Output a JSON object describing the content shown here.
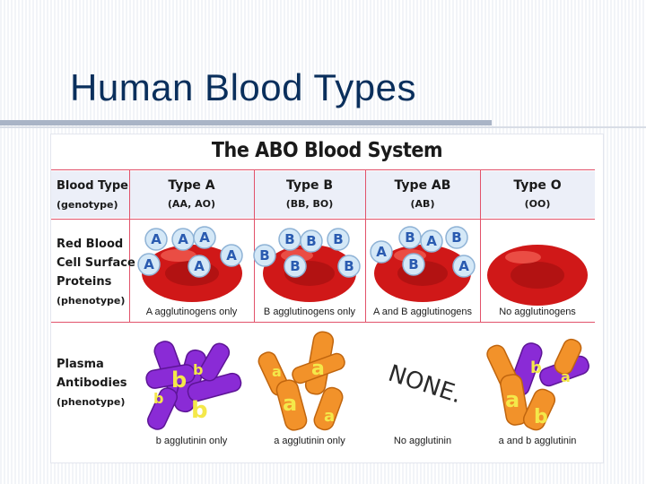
{
  "slide": {
    "title": "Human Blood Types"
  },
  "figure": {
    "heading": "The ABO Blood System",
    "row_labels": {
      "blood_type": "Blood Type",
      "genotype": "(genotype)",
      "rbc_line1": "Red Blood",
      "rbc_line2": "Cell Surface",
      "rbc_line3": "Proteins",
      "rbc_sub": "(phenotype)",
      "plasma_line1": "Plasma",
      "plasma_line2": "Antibodies",
      "plasma_sub": "(phenotype)"
    },
    "types": [
      {
        "name": "Type A",
        "genotype": "(AA, AO)",
        "antigen_caption": "A agglutinogens only",
        "antibody_caption": "b agglutinin only",
        "antigens": [
          "A",
          "A",
          "A",
          "A",
          "A",
          "A"
        ],
        "antibodies": [
          "b",
          "b",
          "b",
          "b"
        ]
      },
      {
        "name": "Type B",
        "genotype": "(BB, BO)",
        "antigen_caption": "B agglutinogens only",
        "antibody_caption": "a agglutinin only",
        "antigens": [
          "B",
          "B",
          "B",
          "B",
          "B",
          "B"
        ],
        "antibodies": [
          "a",
          "a",
          "a",
          "a"
        ]
      },
      {
        "name": "Type AB",
        "genotype": "(AB)",
        "antigen_caption": "A and B agglutinogens",
        "antibody_caption": "No agglutinin",
        "antigens": [
          "A",
          "B",
          "A",
          "B",
          "A",
          "B"
        ],
        "antibodies": []
      },
      {
        "name": "Type O",
        "genotype": "(OO)",
        "antigen_caption": "No agglutinogens",
        "antibody_caption": "a and b agglutinin",
        "antigens": [],
        "antibodies": [
          "b",
          "a",
          "a",
          "b"
        ]
      }
    ],
    "none_label": "NONE.",
    "colors": {
      "cell_red": "#d01818",
      "antigen_fill": "#d4e8f7",
      "antigen_text": "#2a5bb0",
      "antibody_purple": "#8a2bd6",
      "antibody_orange": "#f2922a",
      "antibody_letter": "#f4e84a",
      "grid_line": "#e2526a",
      "title_color": "#0a2f5c"
    }
  }
}
